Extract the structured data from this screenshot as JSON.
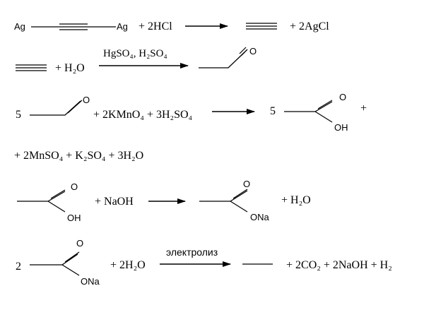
{
  "atoms": {
    "ag": "Ag",
    "o": "O",
    "oh": "OH",
    "ona": "ONa"
  },
  "reaction1": {
    "plus_2hcl": "+ 2HCl",
    "plus_2agcl": "+ 2AgCl"
  },
  "reaction2": {
    "plus_h2o": "+ H₂O",
    "conditions": "HgSO₄, H₂SO₄"
  },
  "reaction3": {
    "coef_left": "5",
    "reagents": "+ 2KMnO₄ + 3H₂SO₄",
    "coef_right": "5",
    "plus_continue": "+",
    "byproducts": "+ 2MnSO₄ + K₂SO₄ + 3H₂O"
  },
  "reaction4": {
    "plus_naoh": "+ NaOH",
    "plus_h2o": "+ H₂O"
  },
  "reaction5": {
    "coef": "2",
    "plus_2h2o": "+ 2H₂O",
    "conditions": "электролиз",
    "products": "+ 2CO₂ + 2NaOH + H₂"
  }
}
